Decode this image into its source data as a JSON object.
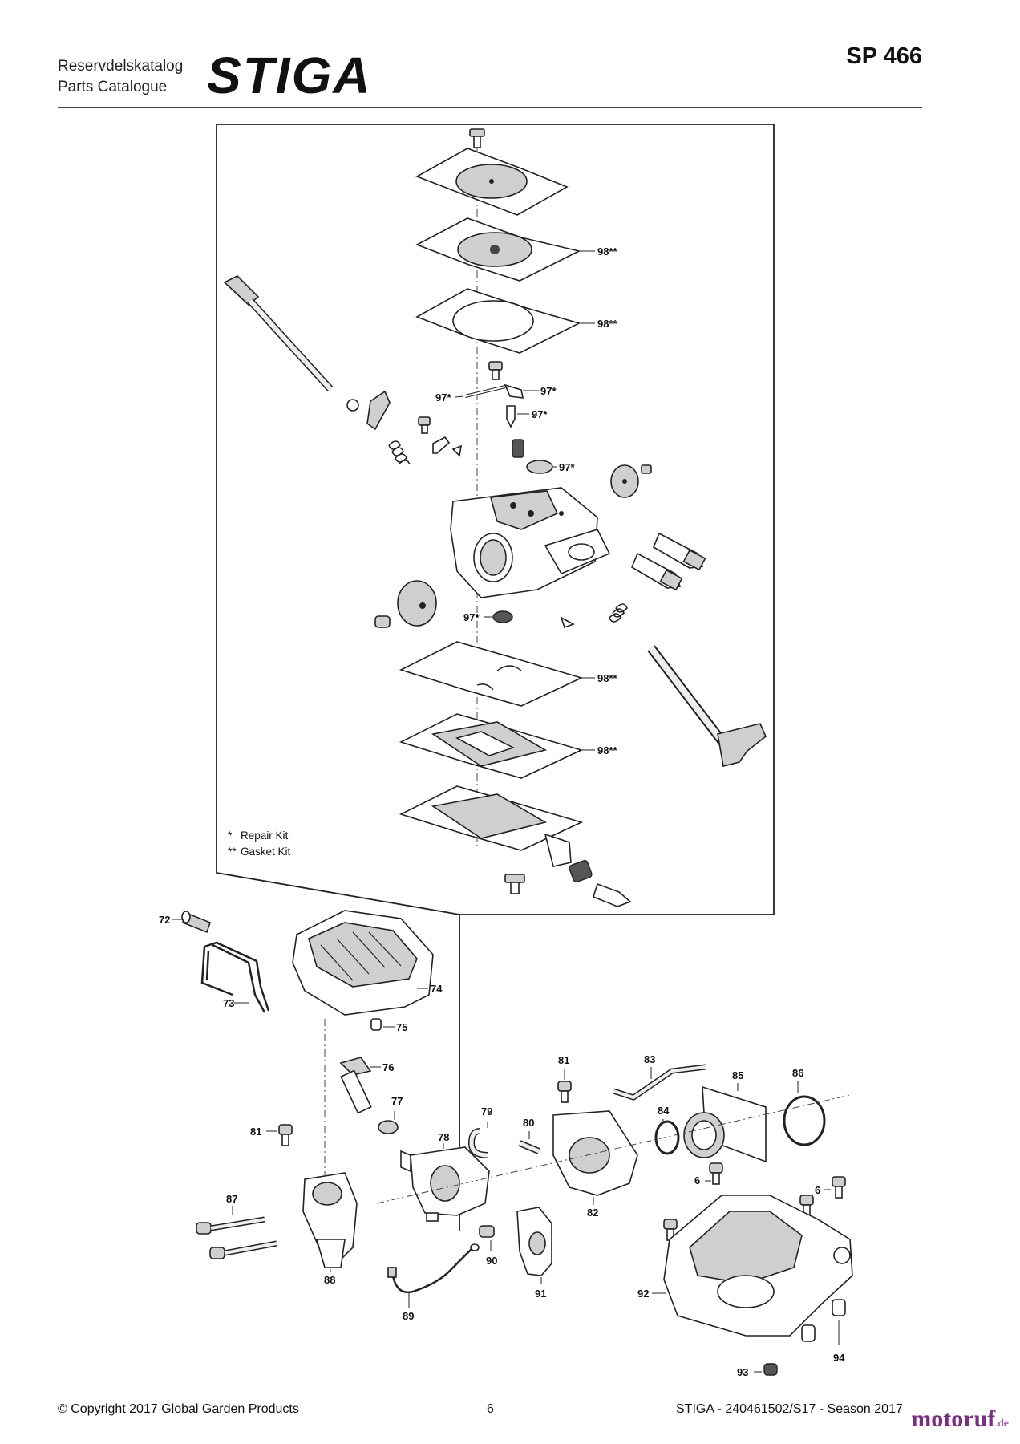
{
  "header": {
    "catalog_line1": "Reservdelskatalog",
    "catalog_line2": "Parts Catalogue",
    "brand": "STIGA",
    "model": "SP 466"
  },
  "legend": {
    "repair_symbol": "*",
    "repair_text": "Repair Kit",
    "gasket_symbol": "**",
    "gasket_text": "Gasket Kit"
  },
  "callouts": {
    "c98a": "98**",
    "c98b": "98**",
    "c98c": "98**",
    "c98d": "98**",
    "c97a": "97*",
    "c97b": "97*",
    "c97c": "97*",
    "c97d": "97*",
    "c97e": "97*",
    "c72": "72",
    "c73": "73",
    "c74": "74",
    "c75": "75",
    "c76": "76",
    "c77": "77",
    "c78": "78",
    "c79": "79",
    "c80": "80",
    "c81a": "81",
    "c81b": "81",
    "c82": "82",
    "c83": "83",
    "c84": "84",
    "c85": "85",
    "c86": "86",
    "c87": "87",
    "c88": "88",
    "c89": "89",
    "c90": "90",
    "c91": "91",
    "c92": "92",
    "c93": "93",
    "c94": "94",
    "c6a": "6",
    "c6b": "6"
  },
  "footer": {
    "copyright": "© Copyright 2017 Global Garden Products",
    "page": "6",
    "doc_ref": "STIGA - 240461502/S17 - Season 2017"
  },
  "watermark": {
    "name": "motoruf",
    "suffix": ".de"
  }
}
